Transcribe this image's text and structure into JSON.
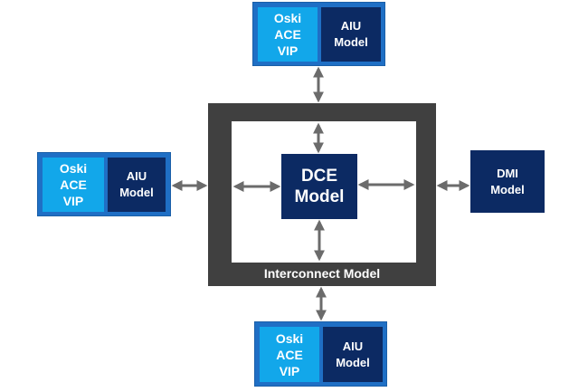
{
  "colors": {
    "vip_blue": "#12a7ea",
    "outer_blue": "#1f6fc5",
    "navy": "#0c2a63",
    "interconnect_gray": "#404040",
    "arrow_gray": "#6b6b6b"
  },
  "top_agent": {
    "vip_label": [
      "Oski",
      "ACE",
      "VIP"
    ],
    "aiu_label": [
      "AIU",
      "Model"
    ]
  },
  "left_agent": {
    "vip_label": [
      "Oski",
      "ACE",
      "VIP"
    ],
    "aiu_label": [
      "AIU",
      "Model"
    ]
  },
  "bottom_agent": {
    "vip_label": [
      "Oski",
      "ACE",
      "VIP"
    ],
    "aiu_label": [
      "AIU",
      "Model"
    ]
  },
  "dce": {
    "label": [
      "DCE",
      "Model"
    ]
  },
  "dmi": {
    "label": [
      "DMI",
      "Model"
    ]
  },
  "interconnect": {
    "label": "Interconnect Model"
  }
}
